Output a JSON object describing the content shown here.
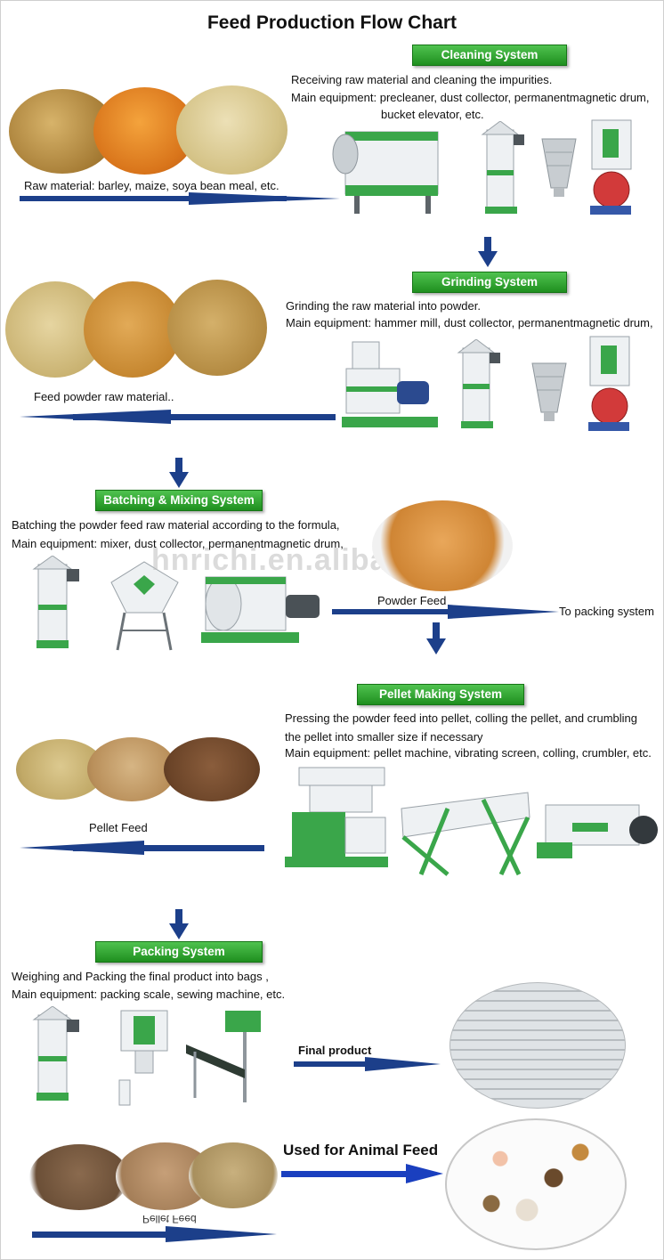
{
  "title": "Feed Production Flow Chart",
  "sections": {
    "cleaning": {
      "label": "Cleaning System",
      "line1": "Receiving raw material and cleaning the impurities.",
      "line2": "Main equipment: precleaner, dust collector, permanentmagnetic drum,",
      "line3": "bucket elevator, etc.",
      "caption": "Raw material: barley, maize, soya bean meal, etc."
    },
    "grinding": {
      "label": "Grinding System",
      "line1": "Grinding the raw material into powder.",
      "line2": "Main equipment: hammer mill, dust collector, permanentmagnetic drum,",
      "caption": "Feed powder raw material.."
    },
    "batching": {
      "label": "Batching & Mixing System",
      "line1": "Batching the powder feed raw material according to the formula,",
      "line2": "Main equipment: mixer, dust collector, permanentmagnetic drum,",
      "powder_caption": "Powder Feed",
      "to_packing": "To packing system"
    },
    "pellet": {
      "label": "Pellet Making System",
      "line1": "Pressing the powder feed into pellet,  colling the pellet, and crumbling",
      "line2": "the pellet into smaller size if necessary",
      "line3": "Main equipment:  pellet machine, vibrating screen, colling,  crumbler, etc.",
      "caption": "Pellet Feed"
    },
    "packing": {
      "label": "Packing System",
      "line1": "Weighing and Packing the final product into bags ,",
      "line2": "Main equipment: packing scale, sewing machine, etc.",
      "final_product": "Final product",
      "animal_feed": "Used for Animal Feed",
      "mirrored_caption": "Pellet Feed"
    }
  },
  "watermark": "hnrichi.en.alibaba.com",
  "colors": {
    "button_green": "#2aa52a",
    "arrow_blue": "#1c3f8a",
    "machine_green": "#3aa64a"
  }
}
